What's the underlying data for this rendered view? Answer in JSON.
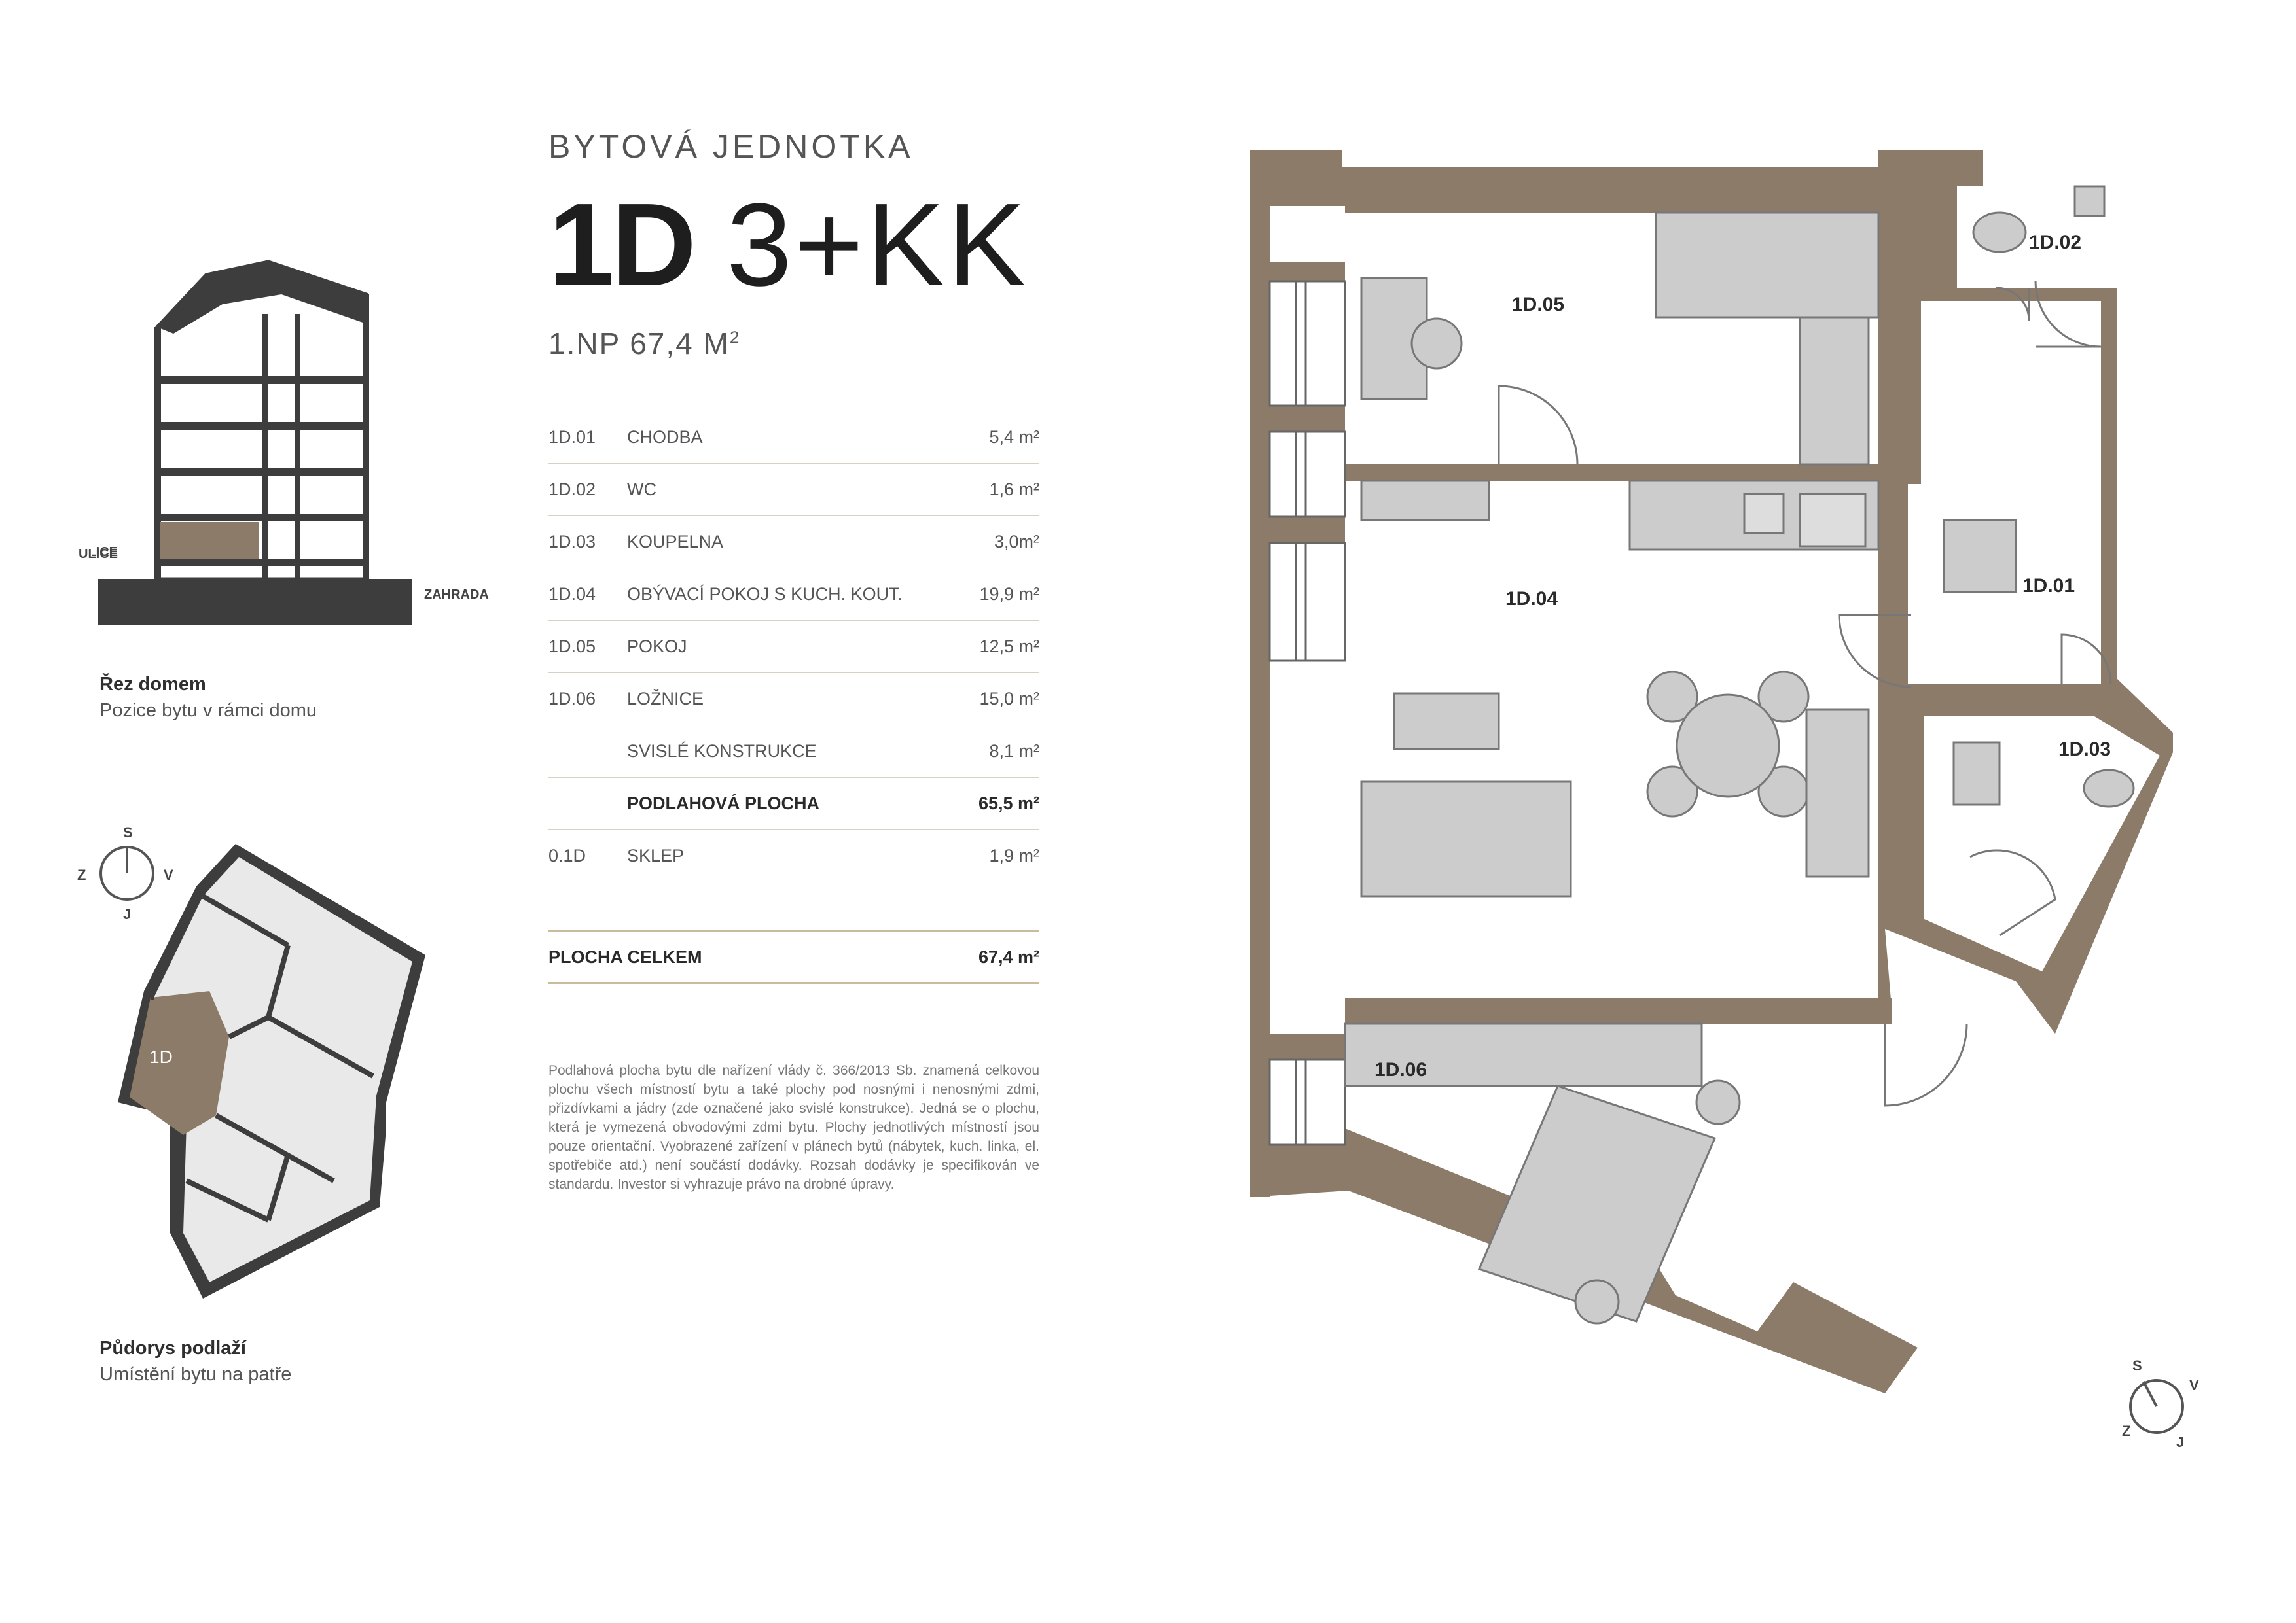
{
  "header": {
    "subtitle": "BYTOVÁ JEDNOTKA",
    "unit_code": "1D",
    "unit_type": "3+KK",
    "floor_area_text": "1.NP 67,4 M",
    "floor_area_sup": "2"
  },
  "section": {
    "street_label": "ULICE",
    "garden_label": "ZAHRADA",
    "title": "Řez domem",
    "subtitle": "Pozice bytu v rámci domu"
  },
  "floorplan_thumb": {
    "unit_label": "1D",
    "title": "Půdorys podlaží",
    "subtitle": "Umístění bytu na patře",
    "compass": {
      "n": "S",
      "e": "V",
      "w": "Z",
      "s": "J"
    }
  },
  "rooms": [
    {
      "code": "1D.01",
      "name": "CHODBA",
      "area": "5,4 m²",
      "bold": false
    },
    {
      "code": "1D.02",
      "name": "WC",
      "area": "1,6 m²",
      "bold": false
    },
    {
      "code": "1D.03",
      "name": "KOUPELNA",
      "area": "3,0m²",
      "bold": false
    },
    {
      "code": "1D.04",
      "name": "OBÝVACÍ POKOJ S KUCH. KOUT.",
      "area": "19,9 m²",
      "bold": false
    },
    {
      "code": "1D.05",
      "name": "POKOJ",
      "area": "12,5 m²",
      "bold": false
    },
    {
      "code": "1D.06",
      "name": "LOŽNICE",
      "area": "15,0 m²",
      "bold": false
    },
    {
      "code": "",
      "name": "SVISLÉ KONSTRUKCE",
      "area": "8,1  m²",
      "bold": false
    },
    {
      "code": "",
      "name": "PODLAHOVÁ PLOCHA",
      "area": "65,5 m²",
      "bold": true
    },
    {
      "code": "0.1D",
      "name": "SKLEP",
      "area": "1,9 m²",
      "bold": false
    }
  ],
  "total": {
    "name": "PLOCHA CELKEM",
    "area": "67,4 m²"
  },
  "note": "Podlahová plocha bytu dle nařízení vlády č. 366/2013 Sb. znamená celkovou plochu všech místností bytu a také plochy pod nosnými i nenosnými zdmi, přizdívkami a jádry (zde označené jako svislé konstrukce). Jedná se o plochu, která je vymezená obvodovými zdmi bytu. Plochy jednotlivých místností jsou pouze orientační. Vyobrazené zařízení v plánech bytů (nábytek, kuch. linka, el. spotřebiče atd.) není součástí dodávky. Rozsah dodávky je specifikován ve standardu. Investor si vyhrazuje právo na drobné úpravy.",
  "plan": {
    "room_labels": [
      "1D.05",
      "1D.04",
      "1D.06",
      "1D.02",
      "1D.01",
      "1D.03"
    ],
    "compass": {
      "n": "S",
      "e": "V",
      "w": "Z",
      "s": "J"
    }
  },
  "colors": {
    "wall": "#8c7b68",
    "highlight": "#8c7b68",
    "furniture": "#cccccc",
    "gold_rule": "#c9bb9c",
    "rule": "#d8d2c6"
  }
}
